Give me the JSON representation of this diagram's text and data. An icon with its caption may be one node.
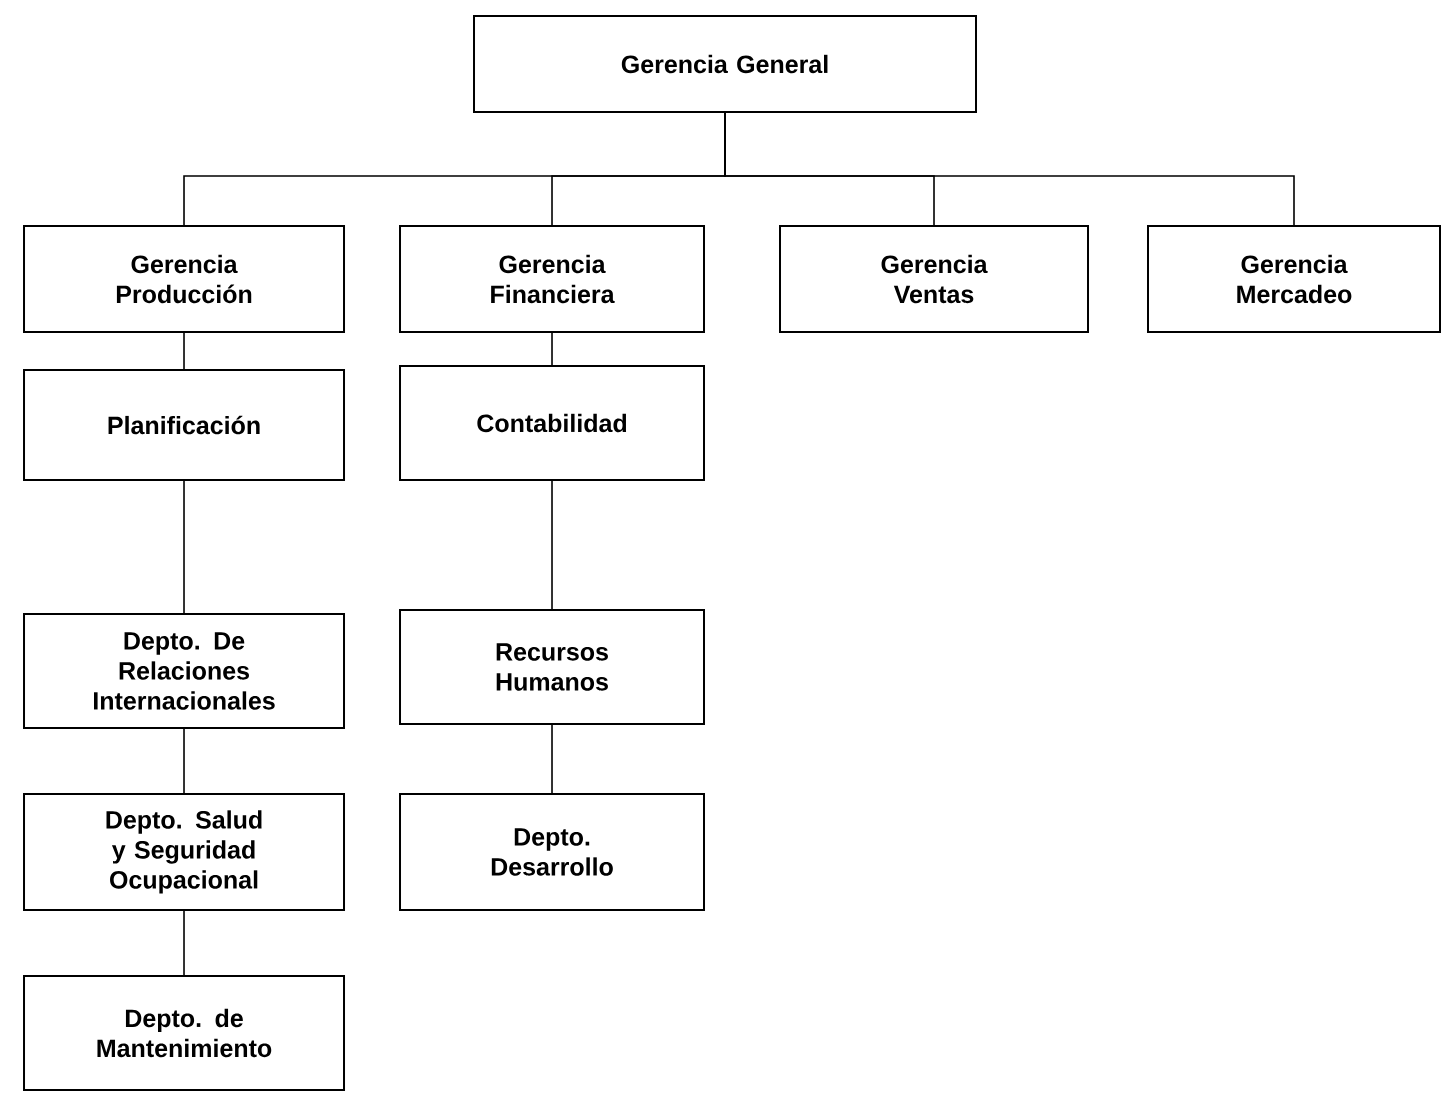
{
  "diagram": {
    "nodes": [
      {
        "text": [
          "Gerencia General"
        ]
      },
      {
        "text": [
          "Gerencia Producción"
        ]
      },
      {
        "text": [
          "Gerencia Financiera"
        ]
      },
      {
        "text": [
          "Gerencia Ventas"
        ]
      },
      {
        "text": [
          "Gerencia Mercadeo"
        ]
      },
      {
        "text": [
          "Planificación"
        ]
      },
      {
        "text": [
          "Contabilidad"
        ]
      },
      {
        "text": [
          "Depto. De Relaciones Internacionales"
        ]
      },
      {
        "text": [
          "Recursos Humanos"
        ]
      },
      {
        "text": [
          "Depto. Salud y Seguridad Ocupacional"
        ]
      },
      {
        "text": [
          "Depto. Desarrollo"
        ]
      },
      {
        "text": [
          "Depto. de Mantenimiento"
        ]
      }
    ],
    "edges": [
      {
        "from": 0,
        "to": 1,
        "arrow": "none"
      },
      {
        "from": 0,
        "to": 2,
        "arrow": "none"
      },
      {
        "from": 0,
        "to": 3,
        "arrow": "none"
      },
      {
        "from": 0,
        "to": 4,
        "arrow": "none"
      },
      {
        "from": 1,
        "to": 5,
        "arrow": "none"
      },
      {
        "from": 5,
        "to": 7,
        "arrow": "none"
      },
      {
        "from": 7,
        "to": 9,
        "arrow": "none"
      },
      {
        "from": 9,
        "to": 11,
        "arrow": "none"
      },
      {
        "from": 2,
        "to": 6,
        "arrow": "none"
      },
      {
        "from": 6,
        "to": 8,
        "arrow": "none"
      },
      {
        "from": 8,
        "to": 10,
        "arrow": "none"
      }
    ]
  }
}
